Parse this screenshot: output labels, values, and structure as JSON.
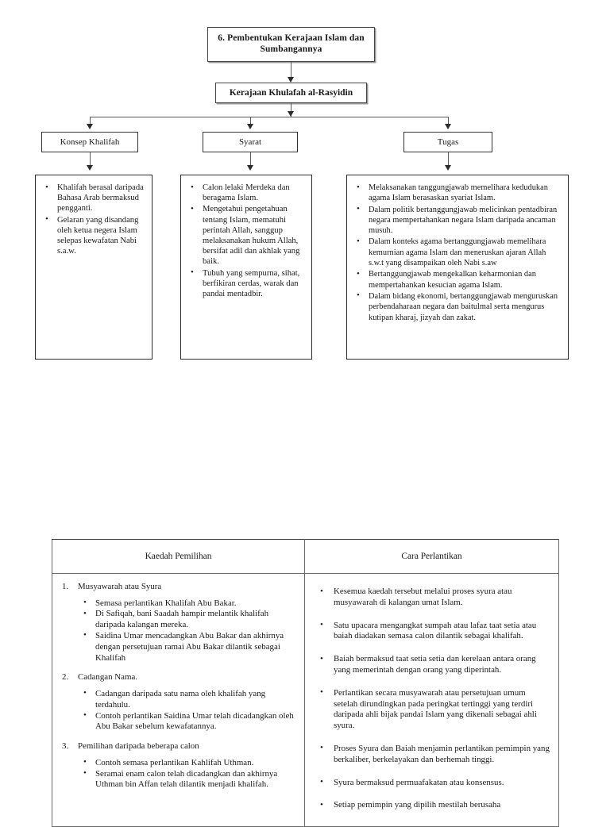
{
  "document": {
    "root_title": "6. Pembentukan Kerajaan Islam dan Sumbangannya",
    "level2_title": "Kerajaan Khulafah al-Rasyidin"
  },
  "categories": [
    {
      "label": "Konsep Khalifah"
    },
    {
      "label": "Syarat"
    },
    {
      "label": "Tugas"
    }
  ],
  "content": {
    "konsep_khalifah": [
      "Khalifah berasal daripada Bahasa Arab bermaksud pengganti.",
      "Gelaran yang disandang oleh ketua negera Islam selepas kewafatan Nabi s.a.w."
    ],
    "syarat": [
      "Calon lelaki Merdeka dan beragama Islam.",
      "Mengetahui pengetahuan tentang Islam, mematuhi perintah Allah, sanggup melaksanakan hukum Allah, bersifat adil dan akhlak yang baik.",
      "Tubuh yang sempurna, sihat, berfikiran cerdas, warak dan pandai mentadbir."
    ],
    "tugas": [
      "Melaksanakan tanggungjawab memelihara kedudukan agama Islam berasaskan syariat Islam.",
      "Dalam politik bertanggungjawab melicinkan pentadbiran negara mempertahankan negara Islam daripada ancaman musuh.",
      "Dalam konteks agama bertanggungjawab memelihara kemurnian agama Islam  dan meneruskan ajaran Allah s.w.t yang disampaikan oleh Nabi s.aw",
      "Bertanggungjawab mengekalkan keharmonian dan mempertahankan kesucian agama Islam.",
      "Dalam bidang ekonomi, bertanggungjawab menguruskan perbendaharaan negara dan baitulmal serta mengurus kutipan kharaj, jizyah dan zakat."
    ]
  },
  "table": {
    "headers": [
      "Kaedah Pemilihan",
      "Cara Perlantikan"
    ],
    "kaedah_pemilihan": [
      {
        "number": "1.",
        "title": "Musyawarah atau Syura",
        "points": [
          "Semasa perlantikan Khalifah Abu Bakar.",
          "Di Safiqah, bani Saadah hampir melantik khalifah daripada kalangan mereka.",
          "Saidina Umar mencadangkan Abu Bakar dan akhirnya dengan persetujuan ramai Abu Bakar dilantik sebagai Khalifah"
        ]
      },
      {
        "number": "2.",
        "title": "Cadangan Nama.",
        "points": [
          "Cadangan daripada satu nama oleh khalifah yang terdahulu.",
          "Contoh perlantikan Saidina Umar telah dicadangkan oleh Abu Bakar sebelum kewafatannya."
        ]
      },
      {
        "number": "3.",
        "title": "Pemilihan daripada beberapa calon",
        "points": [
          "Contoh semasa perlantikan Kahlifah Uthman.",
          "Seramai enam calon telah dicadangkan dan akhirnya Uthman bin Affan telah dilantik menjadi khalifah."
        ]
      }
    ],
    "cara_perlantikan": [
      "Kesemua kaedah tersebut melalui proses syura atau musyawarah di kalangan umat Islam.",
      "Satu upacara mengangkat sumpah atau lafaz taat setia atau baiah diadakan semasa calon dilantik sebagai khalifah.",
      "Baiah bermaksud taat setia setia dan kerelaan antara orang yang memerintah dengan orang yang diperintah.",
      "Perlantikan secara musyawarah atau persetujuan umum setelah dirundingkan pada peringkat tertinggi yang terdiri daripada ahli bijak pandai Islam yang dikenali sebagai ahli syura.",
      "Proses Syura dan Baiah menjamin perlantikan pemimpin yang berkaliber, berkelayakan dan berhemah tinggi.",
      "Syura bermaksud permuafakatan atau konsensus.",
      "Setiap pemimpin yang dipilih mestilah berusaha"
    ]
  }
}
